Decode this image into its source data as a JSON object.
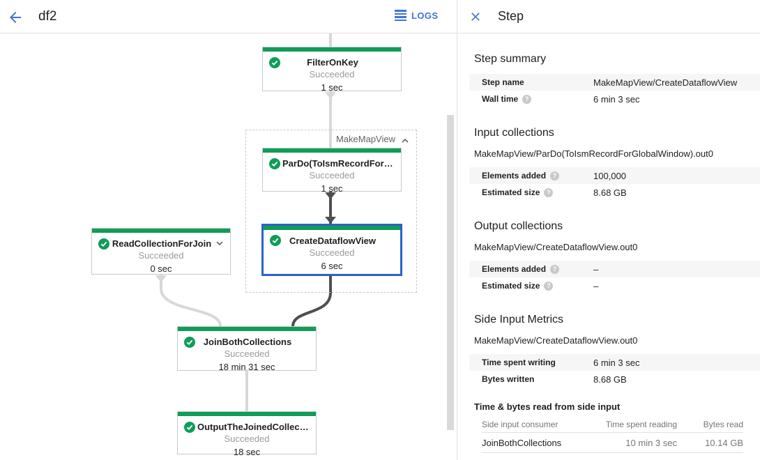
{
  "colors": {
    "green": "#0f9d58",
    "blue": "#4272db",
    "selected": "#2b62c9",
    "edge_light": "#d8d8d8",
    "edge_dark": "#4f4f4f"
  },
  "header": {
    "title": "df2",
    "logs_label": "LOGS",
    "back_icon": "arrow-back",
    "logs_icon": "list"
  },
  "graph": {
    "group_label": "MakeMapView",
    "nodes": [
      {
        "title": "FilterOnKey",
        "status": "Succeeded",
        "time": "1 sec"
      },
      {
        "title": "ParDo(ToIsmRecordFor…",
        "status": "Succeeded",
        "time": "1 sec"
      },
      {
        "title": "CreateDataflowView",
        "status": "Succeeded",
        "time": "6 sec",
        "selected": true
      },
      {
        "title": "ReadCollectionForJoin",
        "status": "Succeeded",
        "time": "0 sec",
        "expandable": true
      },
      {
        "title": "JoinBothCollections",
        "status": "Succeeded",
        "time": "18 min 31 sec"
      },
      {
        "title": "OutputTheJoinedCollec…",
        "status": "Succeeded",
        "time": "18 sec"
      }
    ]
  },
  "panel": {
    "title": "Step",
    "close_icon": "close",
    "summary": {
      "heading": "Step summary",
      "rows": [
        {
          "label": "Step name",
          "value": "MakeMapView/CreateDataflowView"
        },
        {
          "label": "Wall time",
          "value": "6 min 3 sec"
        }
      ]
    },
    "input": {
      "heading": "Input collections",
      "subtitle": "MakeMapView/ParDo(ToIsmRecordForGlobalWindow).out0",
      "rows": [
        {
          "label": "Elements added",
          "value": "100,000"
        },
        {
          "label": "Estimated size",
          "value": "8.68 GB"
        }
      ]
    },
    "output": {
      "heading": "Output collections",
      "subtitle": "MakeMapView/CreateDataflowView.out0",
      "rows": [
        {
          "label": "Elements added",
          "value": "–"
        },
        {
          "label": "Estimated size",
          "value": "–"
        }
      ]
    },
    "side": {
      "heading": "Side Input Metrics",
      "subtitle": "MakeMapView/CreateDataflowView.out0",
      "rows": [
        {
          "label": "Time spent writing",
          "value": "6 min 3 sec"
        },
        {
          "label": "Bytes written",
          "value": "8.68 GB"
        }
      ]
    },
    "table": {
      "heading": "Time & bytes read from side input",
      "columns": [
        "Side input consumer",
        "Time spent reading",
        "Bytes read"
      ],
      "rows": [
        {
          "consumer": "JoinBothCollections",
          "time": "10 min 3 sec",
          "bytes": "10.14 GB"
        }
      ]
    }
  }
}
